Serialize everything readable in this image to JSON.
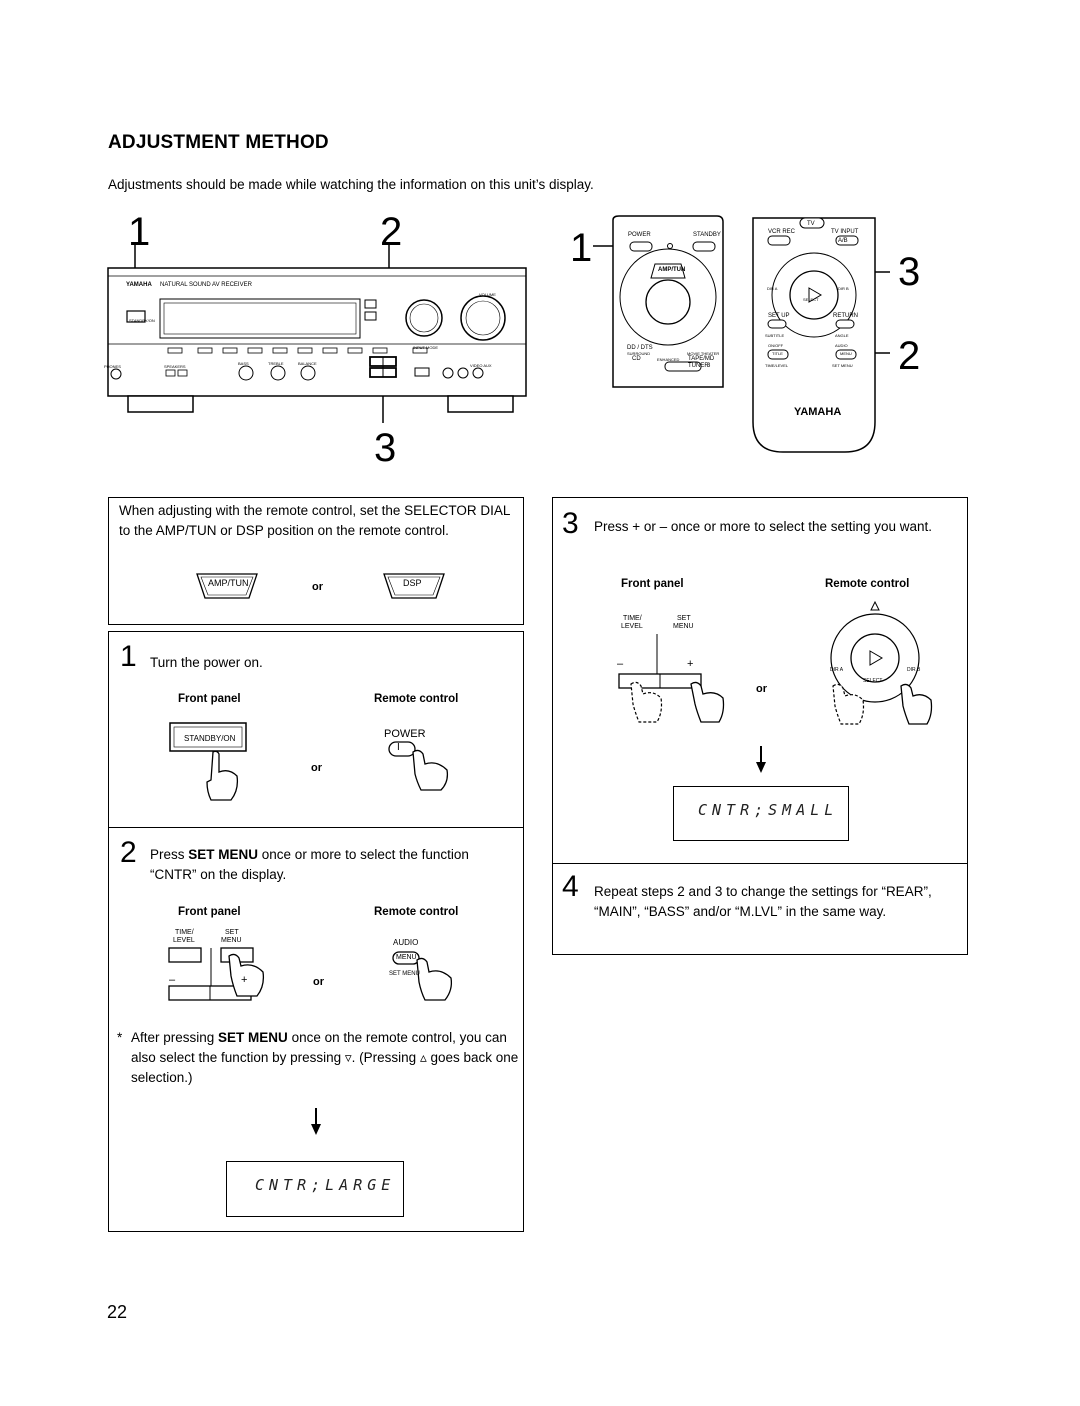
{
  "heading": "ADJUSTMENT METHOD",
  "intro": "Adjustments should be made while watching the information on this unit’s display.",
  "figure": {
    "callouts_left": {
      "c1": "1",
      "c2": "2",
      "c3": "3"
    },
    "callouts_right": {
      "c1": "1",
      "c3": "3",
      "c2": "2"
    },
    "receiver": {
      "brand": "YAMAHA",
      "model": "NATURAL SOUND  AV RECEIVER",
      "standby": "STANDBY/ON",
      "volume": "VOLUME",
      "phones": "PHONES",
      "speakers": "SPEAKERS",
      "bass": "BASS",
      "treble": "TREBLE",
      "balance": "BALANCE",
      "input_mode": "INPUT MODE",
      "video_aux": "VIDEO AUX"
    },
    "remote_top": {
      "power": "POWER",
      "standby": "STANDBY",
      "amp_tun": "AMP/TUN",
      "dts": "DD / DTS",
      "surround": "SURROUND",
      "cd": "CD",
      "enhanced": "ENHANCED",
      "movie_theater": "MOVIE THEATER",
      "tape_md": "TAPE/MD",
      "tuner": "TUNER",
      "three": "3",
      "tv": "TV",
      "vcr_rec": "VCR REC",
      "tv_input": "TV INPUT",
      "ab": "A/B",
      "dir_a": "DIR A",
      "dir_b": "DIR B",
      "select": "SELECT",
      "set_up": "SET UP",
      "return": "RETURN",
      "subtitle": "SUBTITLE",
      "angle": "ANGLE",
      "on_off": "ON/OFF",
      "audio": "AUDIO",
      "title": "TITLE",
      "menu": "MENU",
      "time_level": "TIME/LEVEL",
      "set_menu": "SET MENU",
      "brand": "YAMAHA"
    }
  },
  "selector_box": {
    "text": "When adjusting with the remote control, set the SELECTOR DIAL to the AMP/TUN or DSP position on the remote control.",
    "amp_tun": "AMP/TUN",
    "or": "or",
    "dsp": "DSP"
  },
  "step1": {
    "num": "1",
    "text": "Turn the power on.",
    "front_panel": "Front panel",
    "remote_control": "Remote control",
    "standby_on": "STANDBY/ON",
    "power": "POWER",
    "power_symbol": "I",
    "or": "or"
  },
  "step2": {
    "num": "2",
    "text_pre": "Press ",
    "text_bold": "SET MENU",
    "text_post": " once or more to select the function “CNTR” on the display.",
    "front_panel": "Front panel",
    "remote_control": "Remote control",
    "time": "TIME/",
    "level": "LEVEL",
    "set": "SET",
    "menu": "MENU",
    "minus": "–",
    "plus": "+",
    "audio": "AUDIO",
    "menu_btn": "MENU",
    "set_menu": "SET MENU",
    "or": "or",
    "note_star": "*",
    "note_pre": "After pressing ",
    "note_bold": "SET MENU",
    "note_mid": " once on the remote control, you can also select the function by pressing ",
    "note_down": "▿",
    "note_mid2": ".  (Pressing ",
    "note_up": "▵",
    "note_post": " goes back one selection.)",
    "display": "CNTR;LARGE"
  },
  "step3": {
    "num": "3",
    "text": "Press + or – once or more to select the setting you want.",
    "front_panel": "Front panel",
    "remote_control": "Remote control",
    "time": "TIME/",
    "level": "LEVEL",
    "set": "SET",
    "menu": "MENU",
    "minus": "–",
    "plus": "+",
    "or": "or",
    "dir_a": "DIR A",
    "dir_b": "DIR B",
    "select": "SELECT",
    "display": "CNTR;SMALL"
  },
  "step4": {
    "num": "4",
    "text": "Repeat steps 2 and 3 to change the settings for “REAR”, “MAIN”, “BASS” and/or “M.LVL” in the same way."
  },
  "page_number": "22"
}
